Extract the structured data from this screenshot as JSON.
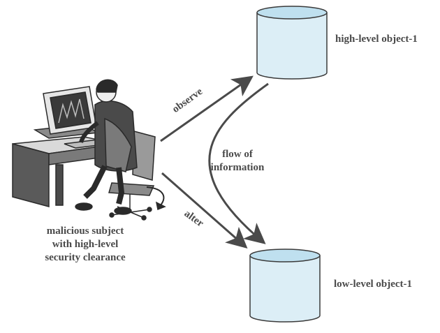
{
  "diagram": {
    "high_object": {
      "label": "high-level object-1"
    },
    "low_object": {
      "label": "low-level object-1"
    },
    "subject": {
      "caption_lines": [
        "malicious subject",
        "with high-level",
        "security clearance"
      ]
    },
    "edges": {
      "observe": "observe",
      "alter": "alter",
      "flow": [
        "flow of",
        "information"
      ]
    },
    "colors": {
      "cylinder_fill": "#dceef6",
      "cylinder_top": "#bfe0ef",
      "stroke": "#3a3a3a",
      "arrow": "#4a4a4a"
    },
    "icons": [
      "hacker-at-computer-illustration"
    ]
  }
}
